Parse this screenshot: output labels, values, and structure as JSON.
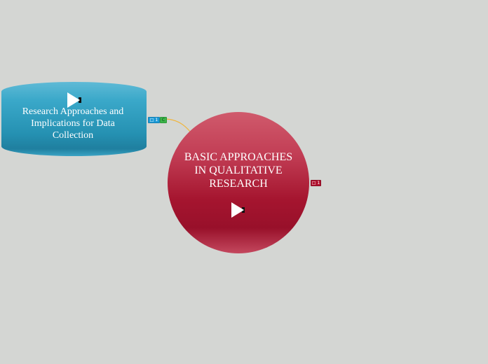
{
  "diagram": {
    "central_topic": {
      "label": "BASIC APPROACHES IN QUALITATIVE RESEARCH",
      "color": "#a5152f",
      "marker_icon": "play-icon",
      "badge": {
        "icon": "comment-icon",
        "count": "1"
      }
    },
    "subtopic": {
      "label": "Research Approaches and Implications for Data Collection",
      "color": "#2591b2",
      "marker_icon": "play-icon",
      "badges": [
        {
          "icon": "comment-icon",
          "count": "1"
        },
        {
          "icon": "c-badge",
          "text": "C"
        }
      ]
    },
    "connector_color": "#f0b43a"
  }
}
